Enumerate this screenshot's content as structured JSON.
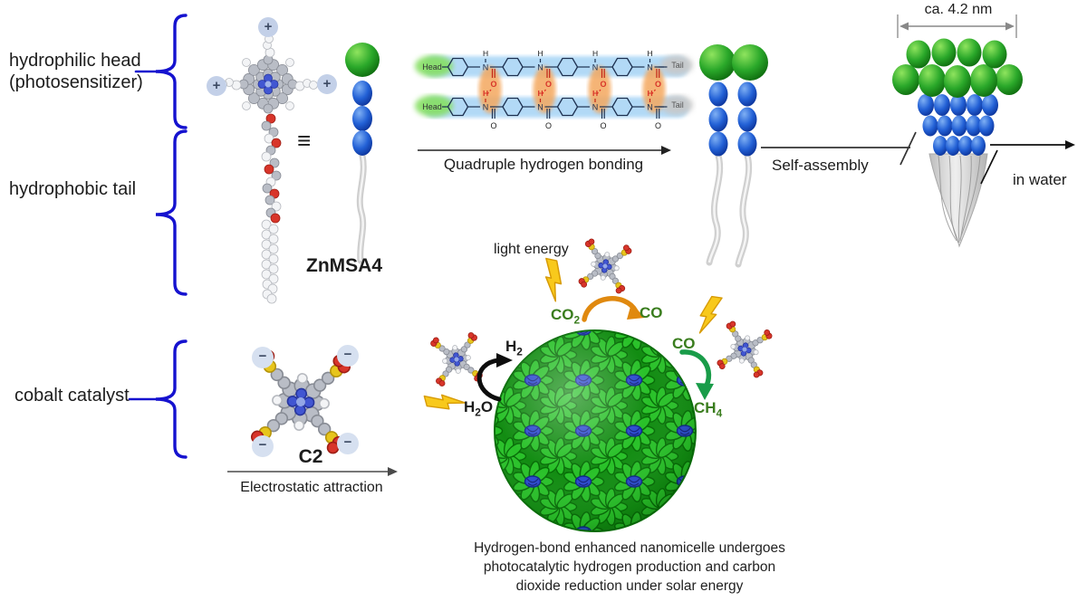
{
  "figure": {
    "left_labels": {
      "hydrophilic_head": "hydrophilic head",
      "photosensitizer": "(photosensitizer)",
      "hydrophobic_tail": "hydrophobic tail",
      "cobalt_catalyst": "cobalt catalyst"
    },
    "molecule": {
      "name": "ZnMSA4",
      "equivalence": "≡",
      "plus": "+",
      "minus": "−"
    },
    "hbond": {
      "head": "Head",
      "tail": "Tail",
      "atom_n": "N",
      "atom_h": "H",
      "atom_o": "O",
      "label": "Quadruple hydrogen bonding"
    },
    "assembly": {
      "label": "Self-assembly",
      "in_water": "in water",
      "size": "ca. 4.2 nm"
    },
    "catalyst": {
      "name": "C2",
      "label": "Electrostatic attraction"
    },
    "reactions": {
      "light_energy": "light energy",
      "co2": {
        "base": "CO",
        "sub": "2"
      },
      "co_top": "CO",
      "h2": {
        "base": "H",
        "sub": "2"
      },
      "h2o": {
        "pre": "H",
        "sub": "2",
        "post": "O"
      },
      "co_right": "CO",
      "ch4": {
        "base": "CH",
        "sub": "4"
      }
    },
    "caption": {
      "lines": [
        "Hydrogen-bond enhanced nanomicelle undergoes",
        "photocatalytic hydrogen production and carbon",
        "dioxide reduction under solar energy"
      ]
    },
    "colors": {
      "brace_blue": "#1512cf",
      "green_text": "#3a7d1e",
      "micelle_green": "#1fae1f",
      "head_green": "#2aa82a",
      "body_blue": "#2361d6",
      "orange_arrow": "#e0890f",
      "green_arrow": "#199c49",
      "lightning_yellow": "#f8c91c"
    }
  }
}
